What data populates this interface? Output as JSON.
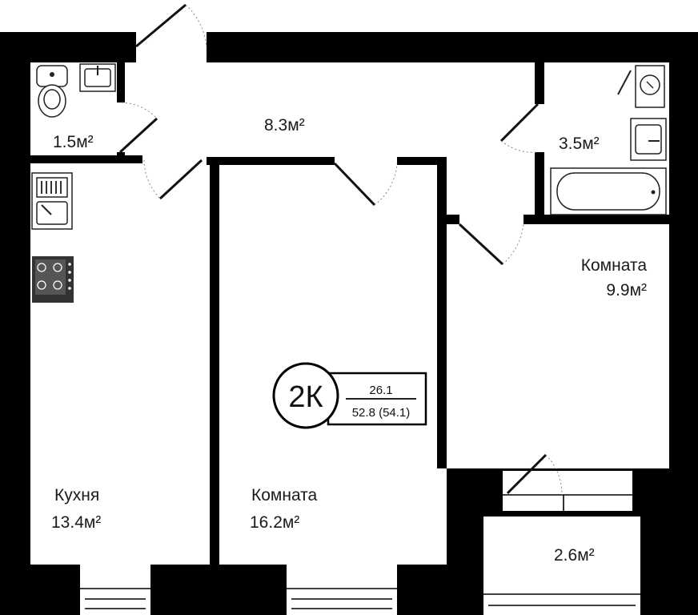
{
  "colors": {
    "wall": "#000000",
    "floor": "#ffffff",
    "text": "#1a1a1a",
    "fixture_fill": "#333333"
  },
  "rooms": {
    "wc": {
      "area": "1.5м²"
    },
    "hall": {
      "area": "8.3м²"
    },
    "bath": {
      "area": "3.5м²"
    },
    "room_small": {
      "name": "Комната",
      "area": "9.9м²"
    },
    "kitchen": {
      "name": "Кухня",
      "area": "13.4м²"
    },
    "room_large": {
      "name": "Комната",
      "area": "16.2м²"
    },
    "balcony": {
      "area": "2.6м²"
    }
  },
  "badge": {
    "type": "2К",
    "living_area": "26.1",
    "total_area": "52.8 (54.1)"
  },
  "icons": [
    "toilet-icon",
    "sink-icon",
    "bathtub-icon",
    "stove-icon",
    "kitchen-sink-icon",
    "washing-machine-icon",
    "door-icon"
  ]
}
